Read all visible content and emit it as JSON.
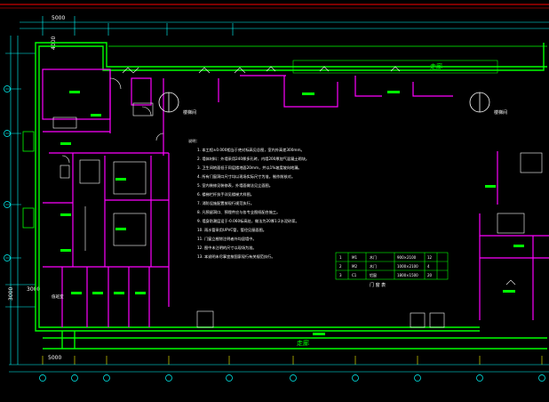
{
  "drawing": {
    "dimensions": {
      "top_span": "5000",
      "left_span": "4000",
      "left_lower": "3000",
      "left_lower2": "3000",
      "bottom_span": "5000"
    },
    "labels": {
      "corridor_north": "走廊",
      "corridor_south": "走廊",
      "stair_left": "楼梯间",
      "stair_right": "楼梯间",
      "room_left": "值班室",
      "table_caption": "门 窗 表"
    },
    "notes": [
      "说明：",
      "1. 本工程±0.000相当于绝对标高见总图，室内外高差300mm。",
      "2. 墙体材料：外墙采用240厚多孔砖，内墙200厚加气混凝土砌块。",
      "3. 卫生间地面低于同层楼地面20mm，并以1%坡度坡向地漏。",
      "4. 所有门窗洞口尺寸均以现场实际尺寸为准，制作前核对。",
      "5. 室内装修见装修表，外墙面做法见立面图。",
      "6. 楼梯栏杆扶手详见楼梯大样图。",
      "7. 消防设施配置按现行规范执行。",
      "8. 凡预留洞口、预埋件应与各专业图纸配合施工。",
      "9. 墙身防潮层设于-0.060标高处，做法为20厚1:2水泥砂浆。",
      "10. 雨水管采用UPVC管，管径见屋面图。",
      "11. 门窗立樘除注明者外均居墙中。",
      "12. 图中未注明的尺寸以现场为准。",
      "13. 本说明未尽事宜按国家现行有关规范执行。"
    ],
    "door_table": {
      "rows": [
        [
          "1",
          "M1",
          "木门",
          "900×2100",
          "12",
          ""
        ],
        [
          "2",
          "M2",
          "木门",
          "1000×2100",
          "4",
          ""
        ],
        [
          "3",
          "C1",
          "铝窗",
          "1800×1500",
          "20",
          ""
        ]
      ]
    },
    "colors": {
      "wall": "#00ff00",
      "partition": "#ff00ff",
      "dimension": "#00ffff",
      "frame": "#ff0000",
      "grid": "#ffff00",
      "fixture": "#ffffff"
    }
  }
}
